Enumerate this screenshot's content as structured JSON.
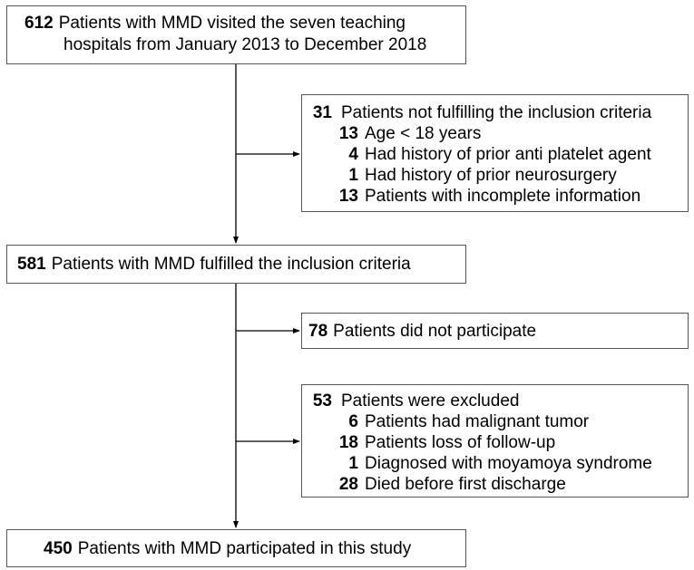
{
  "box1": {
    "count": "612",
    "line1": "Patients with MMD visited the seven teaching",
    "line2": "hospitals from January 2013 to December 2018"
  },
  "box2": {
    "count": "31",
    "title": "Patients not fulfilling the inclusion criteria",
    "items": [
      {
        "count": "13",
        "label": "Age < 18 years"
      },
      {
        "count": "4",
        "label": "Had history of prior anti platelet agent"
      },
      {
        "count": "1",
        "label": "Had history of prior neurosurgery"
      },
      {
        "count": "13",
        "label": "Patients with incomplete information"
      }
    ]
  },
  "box3": {
    "count": "581",
    "label": "Patients with MMD fulfilled the inclusion criteria"
  },
  "box4": {
    "count": "78",
    "label": "Patients did not participate"
  },
  "box5": {
    "count": "53",
    "title": "Patients were excluded",
    "items": [
      {
        "count": "6",
        "label": "Patients had malignant tumor"
      },
      {
        "count": "18",
        "label": "Patients loss of follow-up"
      },
      {
        "count": "1",
        "label": "Diagnosed with moyamoya syndrome"
      },
      {
        "count": "28",
        "label": "Died before first discharge"
      }
    ]
  },
  "box6": {
    "count": "450",
    "label": "Patients with MMD participated in this study"
  },
  "colors": {
    "line": "#000000",
    "border": "#555555"
  }
}
